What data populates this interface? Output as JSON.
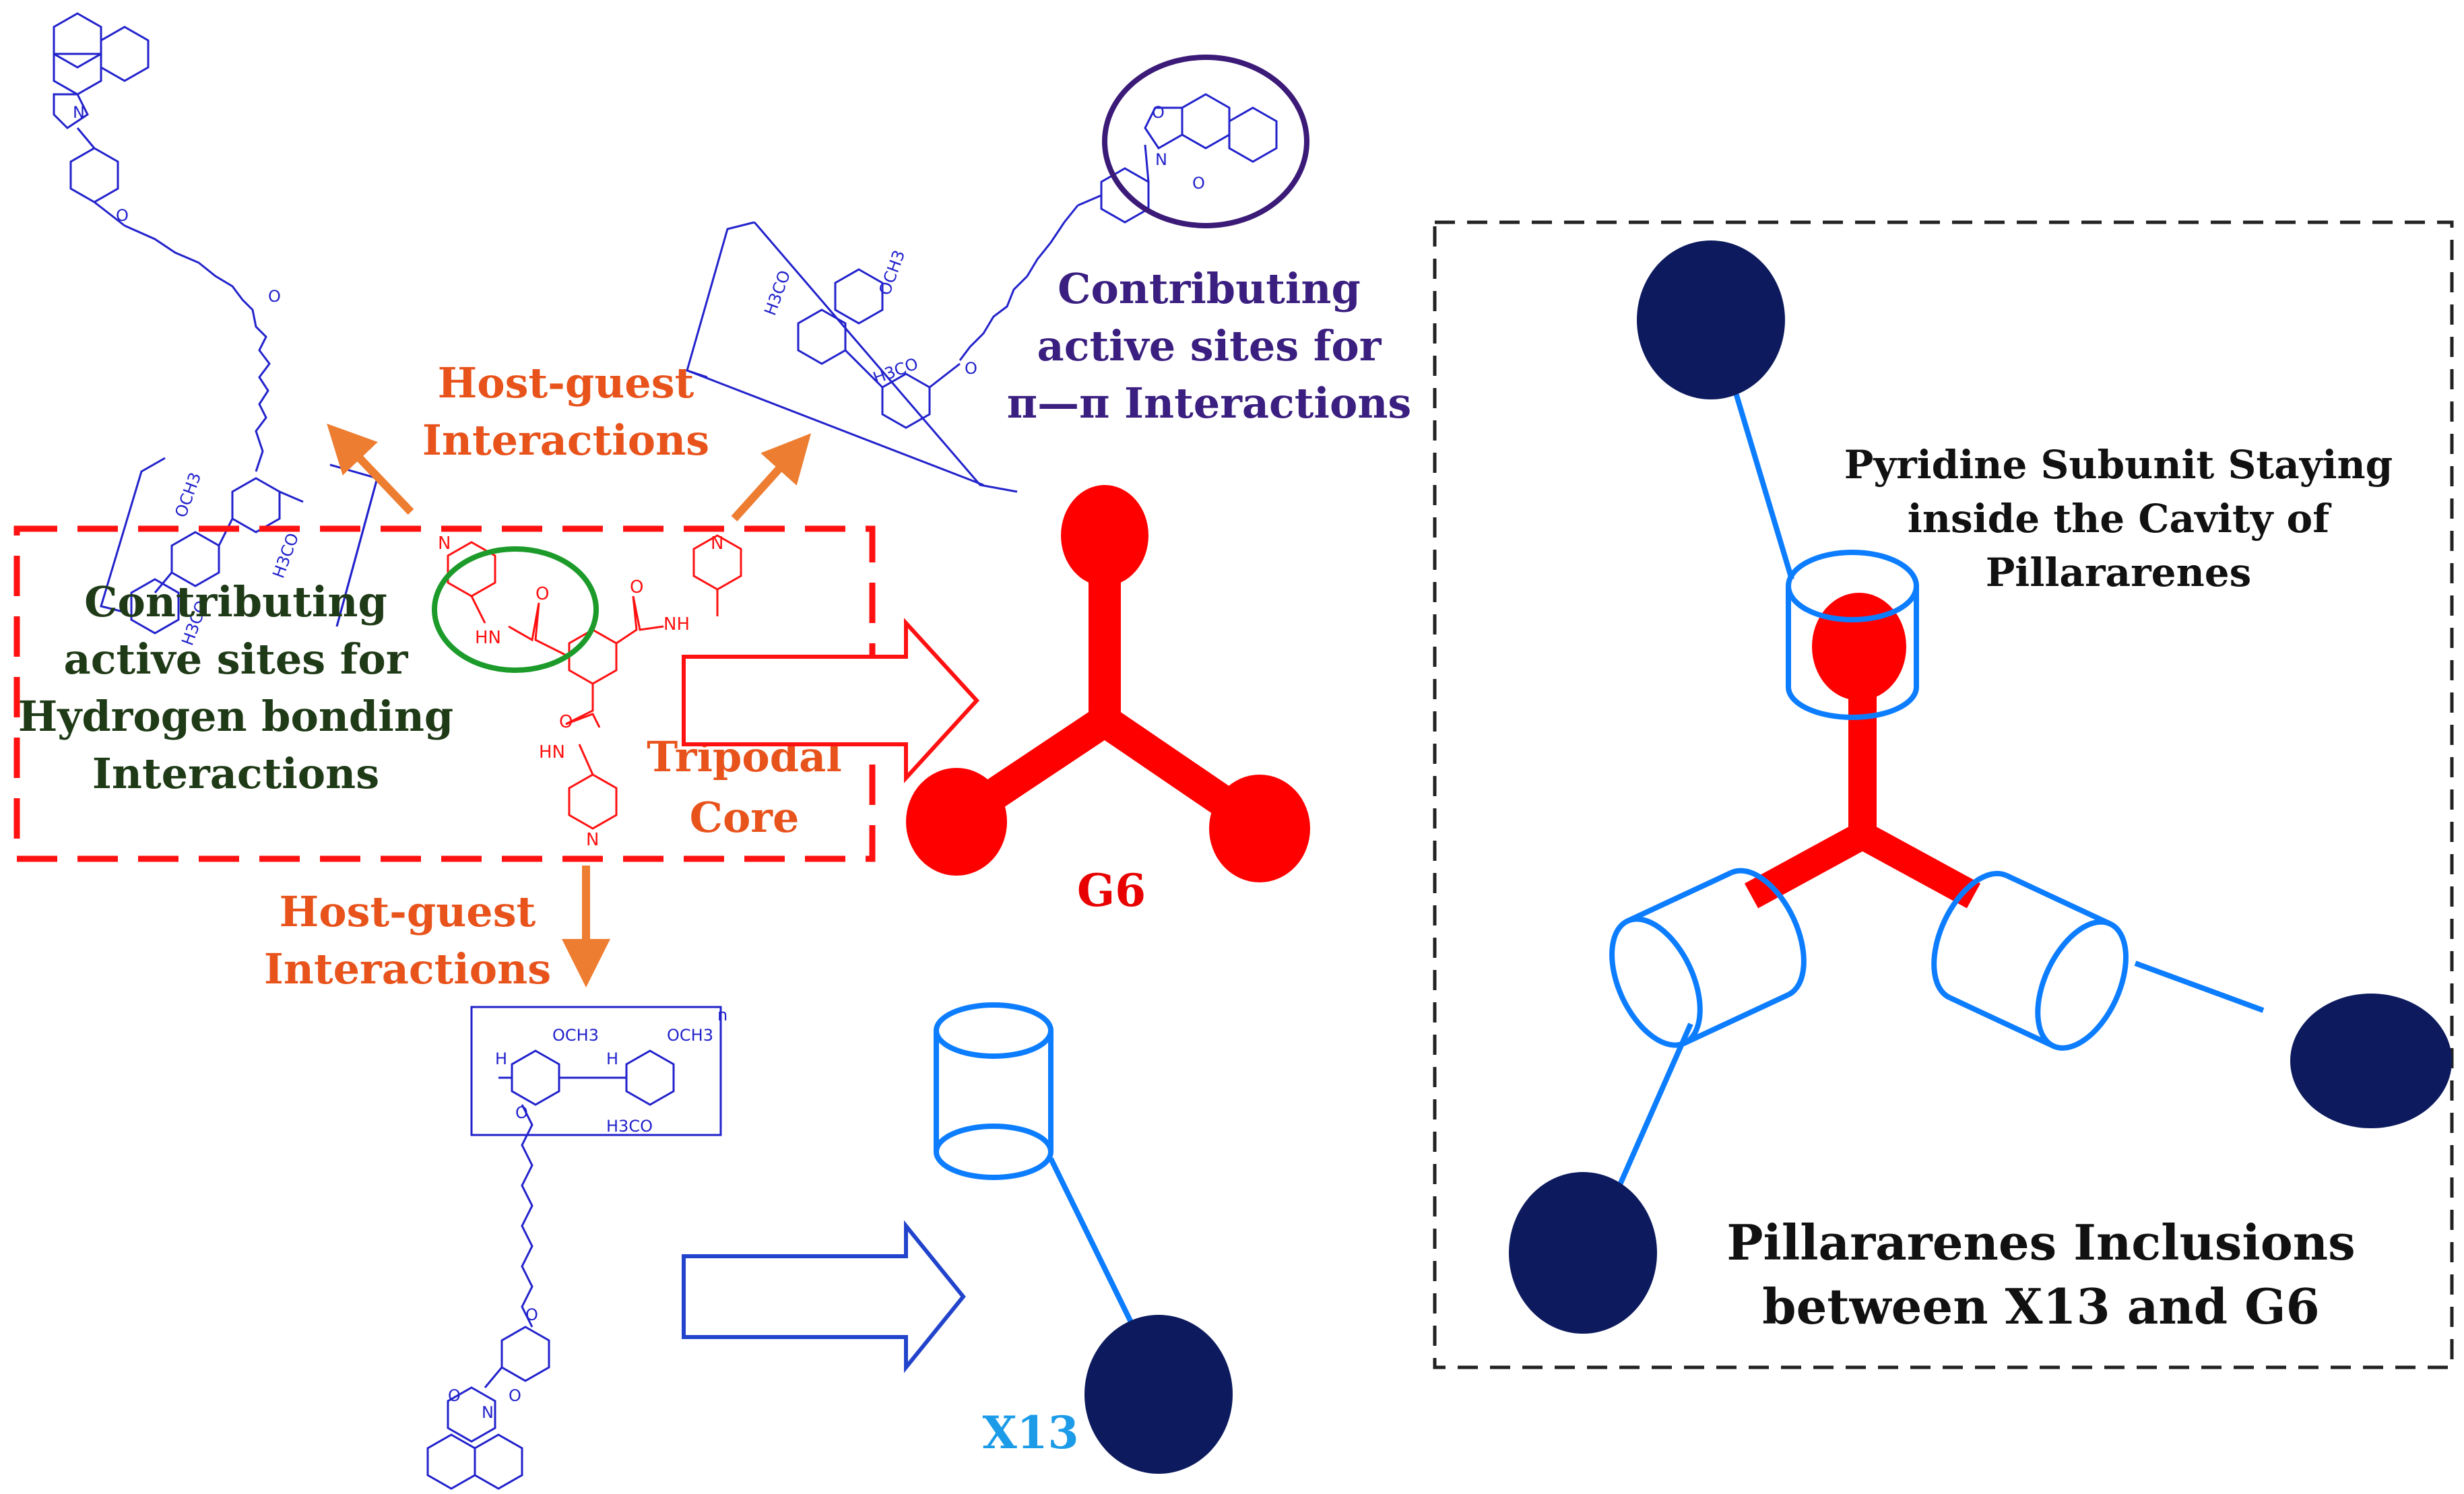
{
  "colors": {
    "host_guest": "#e8531c",
    "arrow_orange": "#ed7d31",
    "pi_pi": "#3b1f80",
    "hbond": "#1f3a16",
    "core_red": "#ff0000",
    "pillar_blue": "#0d7dff",
    "guest_navy": "#0d1b5e",
    "chem_blue": "#2222cc",
    "chem_red": "#ff1111",
    "circle_green": "#1c9b2a",
    "circle_purple": "#3b1a78",
    "x13_text": "#1b9be8",
    "frame": "#222222"
  },
  "labels": {
    "host_guest_top": [
      "Host-guest",
      "Interactions"
    ],
    "host_guest_bottom": [
      "Host-guest",
      "Interactions"
    ],
    "pi_pi": [
      "Contributing",
      "active sites for",
      "π—π Interactions"
    ],
    "hbond": [
      "Contributing",
      "active sites for",
      "Hydrogen bonding",
      "Interactions"
    ],
    "tripodal": [
      "Tripodal",
      "Core"
    ],
    "g6": "G6",
    "x13": "X13",
    "pyridine": [
      "Pyridine Subunit Staying",
      "inside the Cavity of",
      "Pillararenes"
    ],
    "inclusion": [
      "Pillararenes Inclusions",
      "between X13 and G6"
    ]
  },
  "chem_text": {
    "pyridine_n": "N",
    "amide_hn": "HN",
    "amide_nh": "NH",
    "amide_o": "O",
    "ether_o": "O",
    "methoxy_top": "OCH3",
    "methoxy_bottom": "H3CO",
    "bridge_h": "H",
    "repeat_n": "n",
    "imide_o": "O",
    "imide_n": "N"
  },
  "icons": {
    "right_arrow": "hollow-right-arrow-icon",
    "diag_arrow": "orange-arrow-icon",
    "guest_blob": "navy-ellipse",
    "pillar_cylinder": "cylinder-icon"
  }
}
